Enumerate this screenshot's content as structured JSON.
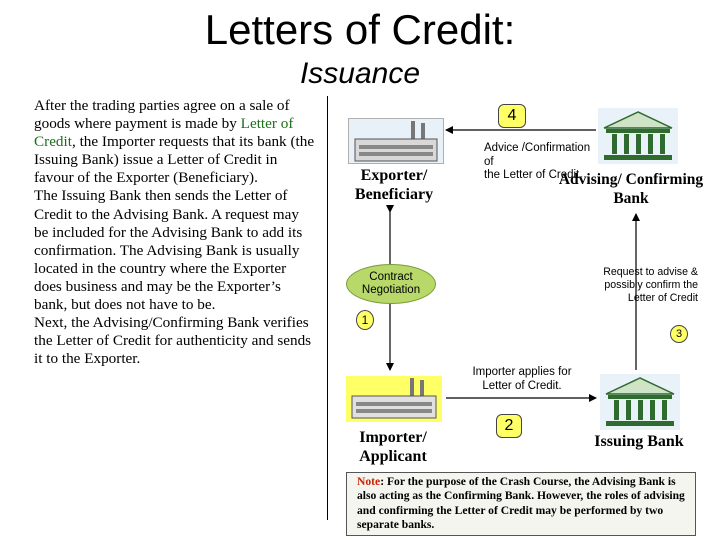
{
  "title": "Letters of Credit:",
  "subtitle": "Issuance",
  "body": {
    "p1_before": "After the trading parties agree on a sale of goods where payment is made by ",
    "p1_highlight": "Letter of Credit",
    "p1_after": ", the Importer requests that its bank (the Issuing Bank) issue a Letter of Credit in favour of the Exporter (Beneficiary).",
    "p2": "The Issuing Bank then sends the Letter of Credit to the Advising Bank. A request may be included for the Advising Bank to add its confirmation. The Advising Bank is usually located in the country where the Exporter does business and may be the Exporter’s bank, but does not have to be.",
    "p3": "Next, the Advising/Confirming Bank verifies the Letter of Credit for authenticity and sends it to the Exporter."
  },
  "parties": {
    "exporter": "Exporter/ Beneficiary",
    "importer": "Importer/ Applicant",
    "advising": "Advising/ Confirming Bank",
    "issuing": "Issuing Bank"
  },
  "steps": {
    "contract": "Contract Negotiation",
    "step1": "1",
    "step2": "2",
    "step3": "3",
    "step4": "4",
    "importer_applies": "Importer applies for Letter of Credit.",
    "request_advise": "Request to advise & possibly confirm the Letter of Credit",
    "advice_line1": "Advice /Confirmation of",
    "advice_line2": "the Letter of Credit."
  },
  "note": {
    "prefix": "Note",
    "text": ": For the purpose of the Crash Course, the Advising Bank is also acting as the Confirming Bank. However, the roles of advising and confirming the Letter of Credit may be performed by two separate banks."
  },
  "colors": {
    "highlight": "#1c6e1a",
    "oval": "#b8d96a",
    "yellow": "#ffff66",
    "note_red": "#cc2200"
  },
  "icons": [
    "factory-icon",
    "bank-icon"
  ]
}
